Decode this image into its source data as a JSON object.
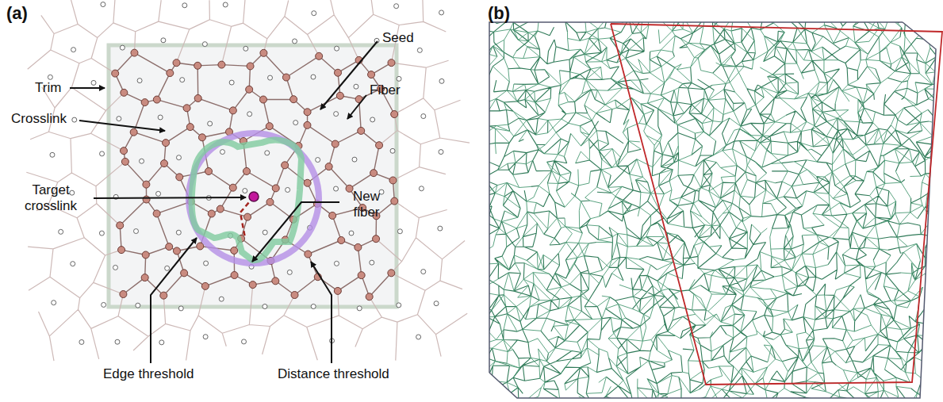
{
  "diagram": {
    "labels": [
      "(a)",
      "Trim",
      "Seed",
      "Fiber",
      "Crosslink",
      "Target crosslink",
      "New fiber",
      "Edge threshold",
      "Distance threshold",
      "(b)"
    ]
  }
}
